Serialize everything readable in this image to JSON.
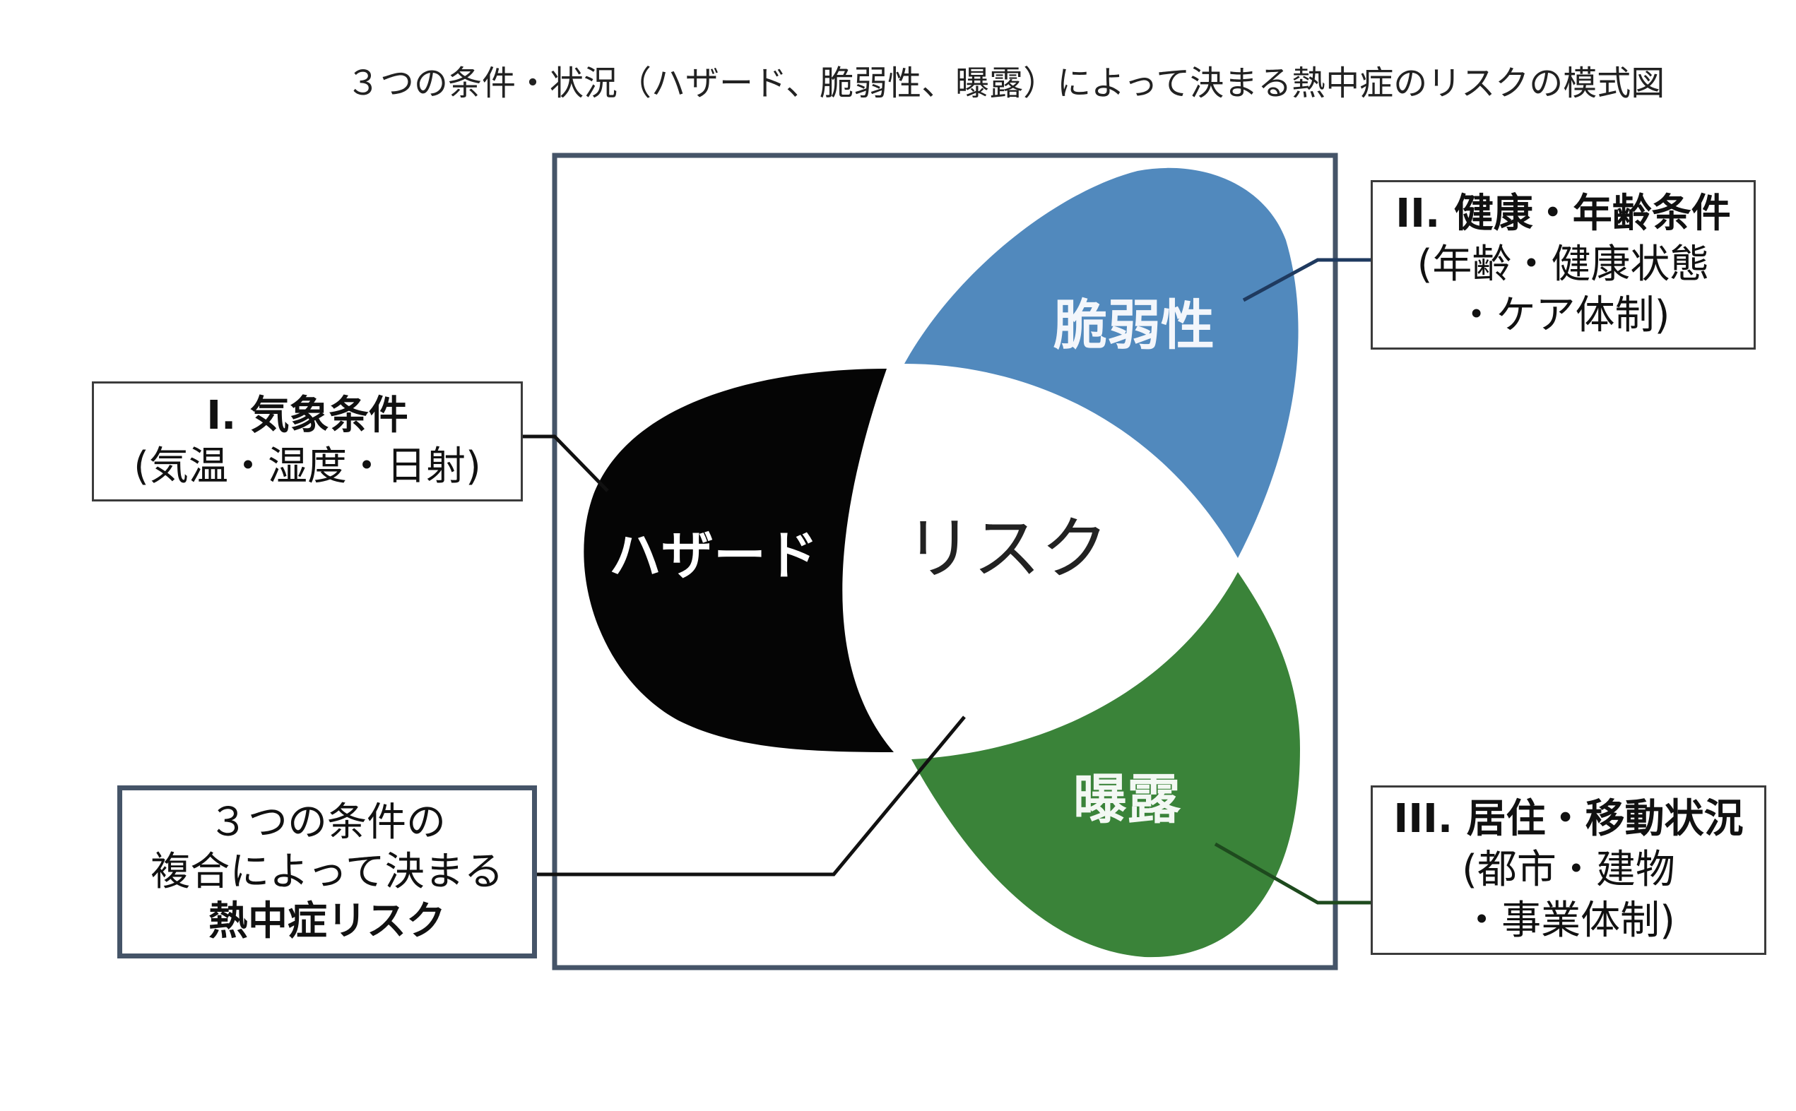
{
  "title": "３つの条件・状況（ハザード、脆弱性、曝露）によって決まる熱中症のリスクの模式図",
  "petals": {
    "hazard": "ハザード",
    "vulnerability": "脆弱性",
    "exposure": "曝露",
    "center": "リスク"
  },
  "boxes": {
    "hazard": {
      "head": "I. 気象条件",
      "line1": "(気温・湿度・日射)"
    },
    "vulnerability": {
      "head": "II. 健康・年齢条件",
      "line1": "(年齢・健康状態",
      "line2": "・ケア体制)"
    },
    "exposure": {
      "head": "III. 居住・移動状況",
      "line1": "(都市・建物",
      "line2": "・事業体制)"
    },
    "risk": {
      "line1": "３つの条件の",
      "line2": "複合によって決まる",
      "head": "熱中症リスク"
    }
  },
  "colors": {
    "hazard": "#050505",
    "vulnerability": "#5189bd",
    "exposure": "#3a8339",
    "frame": "#455468",
    "connector_blue": "#1f3a5f",
    "connector_green": "#1e4a1e"
  }
}
